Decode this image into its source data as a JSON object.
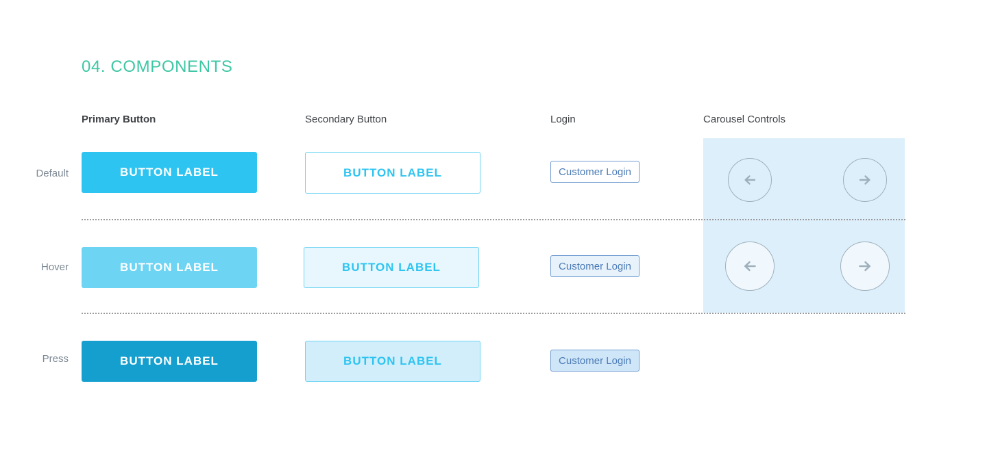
{
  "section": {
    "title": "04. COMPONENTS",
    "title_color": "#3ec7a4"
  },
  "columns": [
    {
      "key": "primary",
      "label": "Primary Button",
      "bold": true
    },
    {
      "key": "secondary",
      "label": "Secondary Button",
      "bold": false
    },
    {
      "key": "login",
      "label": "Login",
      "bold": false
    },
    {
      "key": "carousel",
      "label": "Carousel Controls",
      "bold": false
    }
  ],
  "rows": [
    {
      "key": "default",
      "label": "Default"
    },
    {
      "key": "hover",
      "label": "Hover"
    },
    {
      "key": "press",
      "label": "Press"
    }
  ],
  "primary_button": {
    "default": {
      "label": "BUTTON LABEL",
      "bg": "#2ec4f1",
      "text_color": "#ffffff"
    },
    "hover": {
      "label": "BUTTON LABEL",
      "bg": "#6dd4f3",
      "text_color": "#ffffff"
    },
    "press": {
      "label": "BUTTON LABEL",
      "bg": "#149fcf",
      "text_color": "#ffffff"
    }
  },
  "secondary_button": {
    "default": {
      "label": "BUTTON LABEL",
      "bg": "#ffffff",
      "border": "#6dd4f3",
      "text_color": "#2ec4f1"
    },
    "hover": {
      "label": "BUTTON LABEL",
      "bg": "#e8f7fd",
      "border": "#6dd4f3",
      "text_color": "#2ec4f1"
    },
    "press": {
      "label": "BUTTON LABEL",
      "bg": "#d2eefb",
      "border": "#6dd4f3",
      "text_color": "#2ec4f1"
    }
  },
  "login_button": {
    "default": {
      "label": "Customer Login",
      "bg": "#ffffff",
      "border": "#6f9bd0",
      "text_color": "#4a7ab5"
    },
    "hover": {
      "label": "Customer Login",
      "bg": "#e8f2fb",
      "border": "#6f9bd0",
      "text_color": "#4a7ab5"
    },
    "press": {
      "label": "Customer Login",
      "bg": "#cfe6f8",
      "border": "#6f9bd0",
      "text_color": "#4a7ab5"
    }
  },
  "carousel": {
    "panel_bg": "#ddeffb",
    "arrow_color": "#9fb0bd",
    "border_color": "#9fb0bd",
    "prev_icon": "arrow-left-icon",
    "next_icon": "arrow-right-icon",
    "states": [
      "default",
      "hover"
    ]
  },
  "dividers": {
    "count": 2,
    "style": "dotted",
    "color": "#9a9a9a"
  }
}
